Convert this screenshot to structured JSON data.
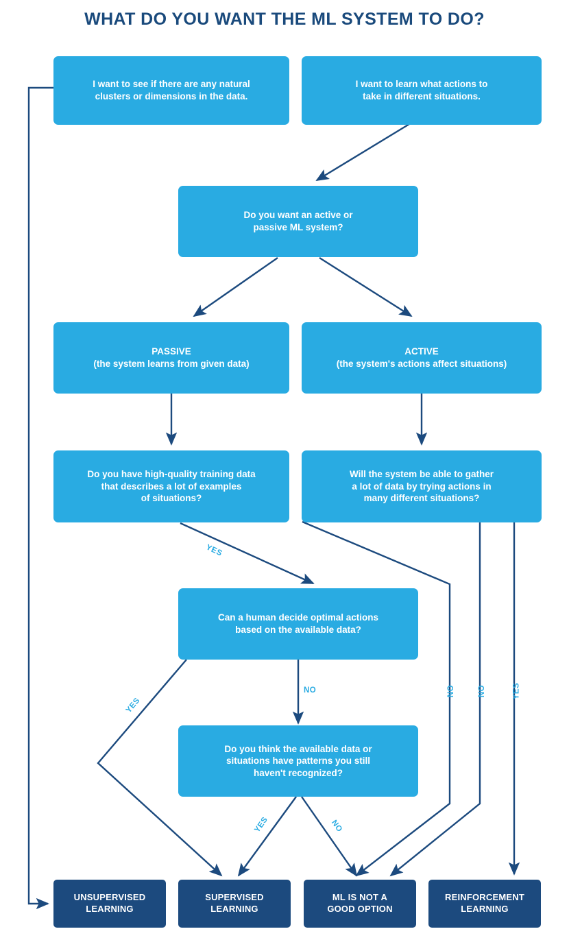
{
  "page": {
    "title": "WHAT DO YOU WANT THE ML SYSTEM TO DO?",
    "colors": {
      "question_box": "#29abe2",
      "result_box": "#1c4a7e",
      "connector": "#1c4a7e",
      "label": "#29abe2",
      "title": "#1a4a7c",
      "background": "#ffffff"
    }
  },
  "nodes": {
    "start_unsupervised": "I want to see if there are any natural\nclusters or dimensions in the data.",
    "start_actions": "I want to learn what actions to\ntake in different situations.",
    "active_or_passive": "Do you want an active or\npassive ML system?",
    "passive": "PASSIVE\n(the system learns from given data)",
    "active": "ACTIVE\n(the system's actions affect situations)",
    "training_data": "Do you have high-quality training data\nthat describes a lot of examples\nof situations?",
    "gather_data": "Will the system be able to gather\na lot of data by trying actions in\nmany different situations?",
    "human_decide": "Can a human decide optimal actions\nbased on the available data?",
    "patterns": "Do you think the available data or\nsituations have patterns you still\nhaven't recognized?",
    "result_unsupervised": "UNSUPERVISED\nLEARNING",
    "result_supervised": "SUPERVISED\nLEARNING",
    "result_not_good": "ML IS NOT A\nGOOD OPTION",
    "result_reinforcement": "REINFORCEMENT\nLEARNING"
  },
  "edge_labels": {
    "training_yes": "YES",
    "human_yes": "YES",
    "human_no": "NO",
    "patterns_yes": "YES",
    "patterns_no": "NO",
    "gather_no_left": "NO",
    "gather_no_right": "NO",
    "gather_yes": "YES"
  }
}
